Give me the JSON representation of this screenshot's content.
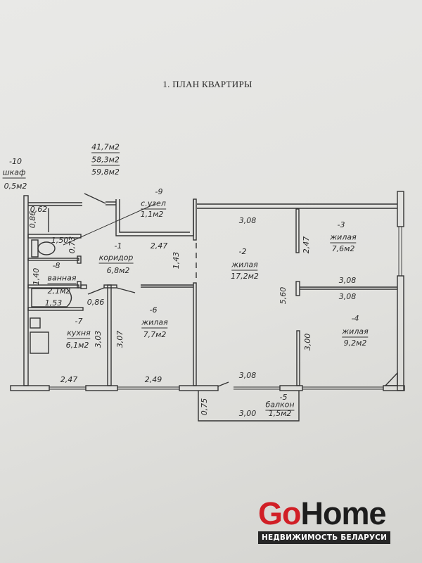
{
  "title": "1. ПЛАН КВАРТИРЫ",
  "totals": [
    "41,7м2",
    "58,3м2",
    "59,8м2"
  ],
  "rooms": [
    {
      "num": "-1",
      "name": "коридор",
      "area": "6,8м2"
    },
    {
      "num": "-2",
      "name": "жилая",
      "area": "17,2м2"
    },
    {
      "num": "-3",
      "name": "жилая",
      "area": "7,6м2"
    },
    {
      "num": "-4",
      "name": "жилая",
      "area": "9,2м2"
    },
    {
      "num": "-5",
      "name": "балкон",
      "area": "1,5м2"
    },
    {
      "num": "-6",
      "name": "жилая",
      "area": "7,7м2"
    },
    {
      "num": "-7",
      "name": "кухня",
      "area": "6,1м2"
    },
    {
      "num": "-8",
      "name": "ванная",
      "area": "2,1м2"
    },
    {
      "num": "-9",
      "name": "с.узел",
      "area": "1,1м2"
    },
    {
      "num": "-10",
      "name": "шкаф",
      "area": "0,5м2"
    }
  ],
  "dims": {
    "closet_w": "0,62",
    "closet_h": "0,86",
    "wc_w": "1,50",
    "wc_h": "0,73",
    "bath_h": "1,40",
    "bath_w": "1,53",
    "door": "0,86",
    "corr_w": "2,47",
    "corr_h": "1,43",
    "kitchen_h": "3,03",
    "r6_h": "3,07",
    "kitchen_w": "2,47",
    "r6_w": "2,49",
    "r2_top": "3,08",
    "r2_bottom": "3,08",
    "r2_h": "5,60",
    "r3_h": "2,47",
    "r3_w": "3,08",
    "r4_w": "3,08",
    "r4_h": "3,00",
    "balcony_h": "0,75",
    "balcony_w": "3,00"
  },
  "logo": {
    "brand_go": "Go",
    "brand_home": "Home",
    "tagline": "НЕДВИЖИМОСТЬ БЕЛАРУСИ"
  }
}
